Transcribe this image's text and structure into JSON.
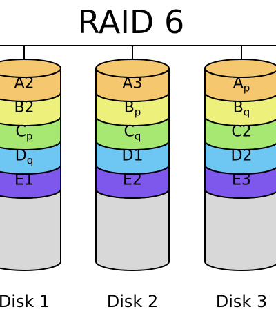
{
  "title": "RAID 6",
  "colors": {
    "row_A": "#f5c870",
    "row_B": "#eef07c",
    "row_C": "#a6e871",
    "row_D": "#6ec6f2",
    "row_E": "#7e57ec",
    "empty": "#d8d8d8",
    "stroke": "#000000"
  },
  "disks": [
    {
      "label": "Disk 1",
      "blocks": [
        {
          "main": "A",
          "sub": "2",
          "row": "A"
        },
        {
          "main": "B",
          "sub": "2",
          "row": "B"
        },
        {
          "main": "C",
          "sub": "p",
          "row": "C"
        },
        {
          "main": "D",
          "sub": "q",
          "row": "D"
        },
        {
          "main": "E",
          "sub": "1",
          "row": "E"
        }
      ]
    },
    {
      "label": "Disk 2",
      "blocks": [
        {
          "main": "A",
          "sub": "3",
          "row": "A"
        },
        {
          "main": "B",
          "sub": "p",
          "row": "B"
        },
        {
          "main": "C",
          "sub": "q",
          "row": "C"
        },
        {
          "main": "D",
          "sub": "1",
          "row": "D"
        },
        {
          "main": "E",
          "sub": "2",
          "row": "E"
        }
      ]
    },
    {
      "label": "Disk 3",
      "blocks": [
        {
          "main": "A",
          "sub": "p",
          "row": "A"
        },
        {
          "main": "B",
          "sub": "q",
          "row": "B"
        },
        {
          "main": "C",
          "sub": "2",
          "row": "C"
        },
        {
          "main": "D",
          "sub": "2",
          "row": "D"
        },
        {
          "main": "E",
          "sub": "3",
          "row": "E"
        }
      ]
    }
  ]
}
